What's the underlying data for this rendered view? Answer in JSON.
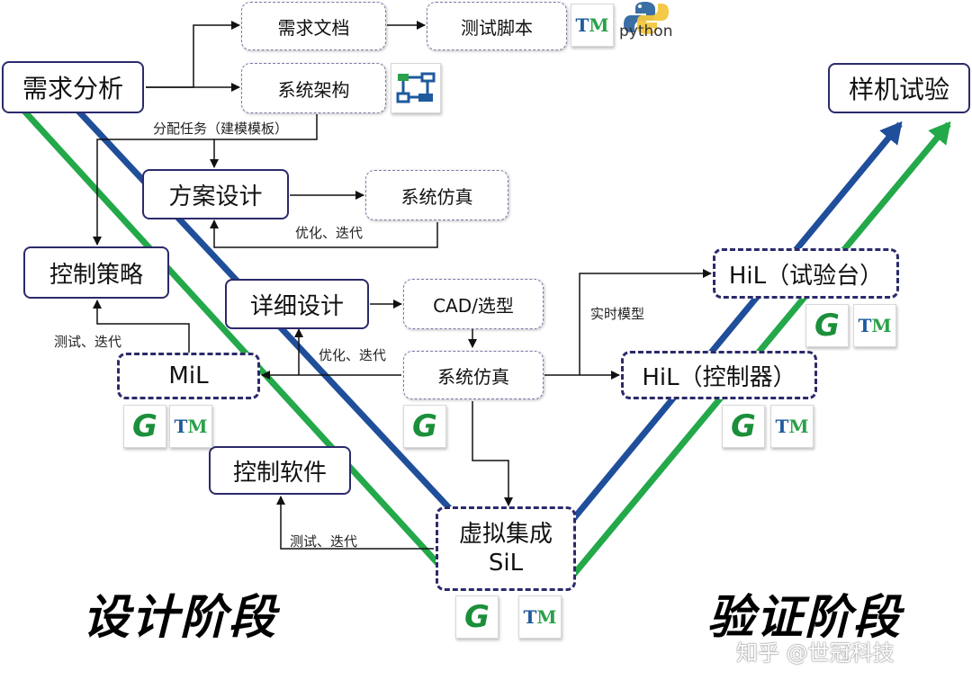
{
  "nodes": {
    "requirement_analysis": "需求分析",
    "requirement_doc": "需求文档",
    "test_script": "测试脚本",
    "system_architecture": "系统架构",
    "solution_design": "方案设计",
    "system_sim_top": "系统仿真",
    "control_strategy": "控制策略",
    "detailed_design": "详细设计",
    "cad_selection": "CAD/选型",
    "mil": "MiL",
    "system_sim_mid": "系统仿真",
    "control_software": "控制软件",
    "virtual_integration_line1": "虚拟集成",
    "virtual_integration_line2": "SiL",
    "hil_testbench": "HiL（试验台）",
    "hil_controller": "HiL（控制器）",
    "prototype_test": "样机试验"
  },
  "labels": {
    "assign_tasks": "分配任务（建模模板）",
    "optimize_iterate_1": "优化、迭代",
    "optimize_iterate_2": "优化、迭代",
    "test_iterate_1": "测试、迭代",
    "test_iterate_2": "测试、迭代",
    "realtime_model": "实时模型"
  },
  "stages": {
    "design": "设计阶段",
    "verification": "验证阶段"
  },
  "icons": {
    "tm_t": "T",
    "tm_m": "M",
    "g_letter": "G",
    "python_text": "python",
    "names": [
      "tm-logo-icon",
      "python-logo-icon",
      "architecture-diagram-icon",
      "g-logo-icon"
    ]
  },
  "watermark": "知乎 @世冠科技",
  "colors": {
    "blue_line": "#1f4e9a",
    "green_line": "#23a84a",
    "box_border": "#2b2a6b"
  }
}
